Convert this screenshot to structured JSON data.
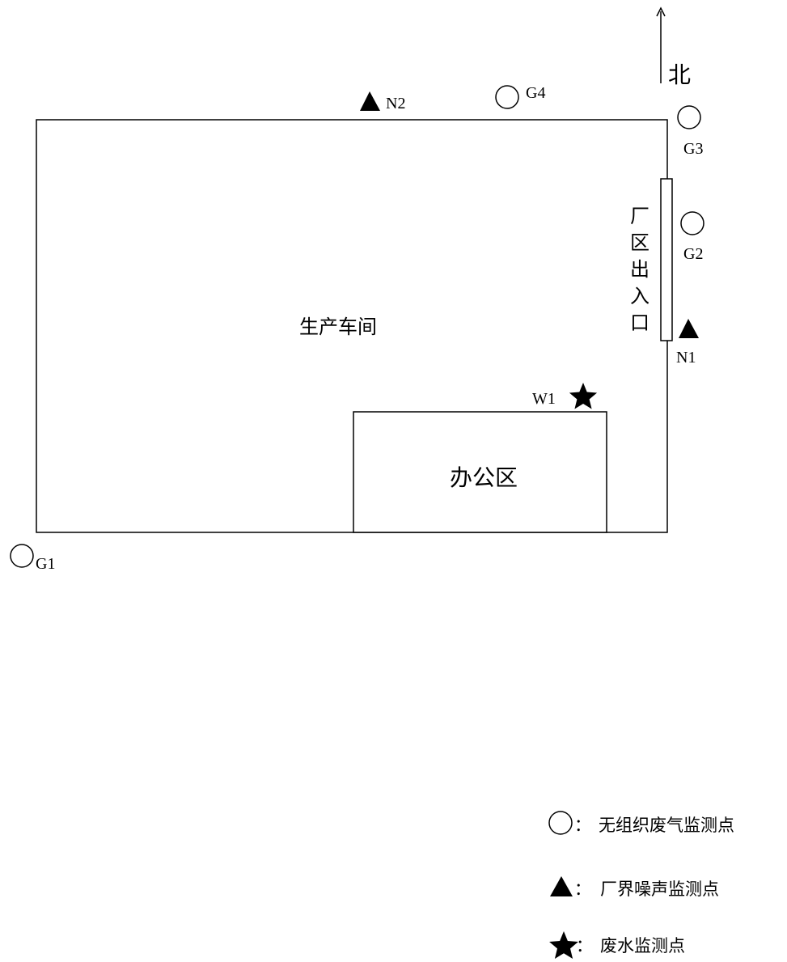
{
  "map": {
    "north_label": "北",
    "workshop_label": "生产车间",
    "office_label": "办公区",
    "gate_label_chars": [
      "厂",
      "区",
      "出",
      "入",
      "口"
    ],
    "points": {
      "G1": "G1",
      "G2": "G2",
      "G3": "G3",
      "G4": "G4",
      "N1": "N1",
      "N2": "N2",
      "W1": "W1"
    }
  },
  "legend": {
    "separator": "：",
    "circle_label": "无组织废气监测点",
    "triangle_label": "厂界噪声监测点",
    "star_label": "废水监测点"
  },
  "icons": {
    "circle": "circle-icon",
    "triangle": "triangle-icon",
    "star": "star-icon",
    "arrow": "north-arrow-icon"
  },
  "colors": {
    "stroke": "#000000",
    "background": "#ffffff"
  }
}
